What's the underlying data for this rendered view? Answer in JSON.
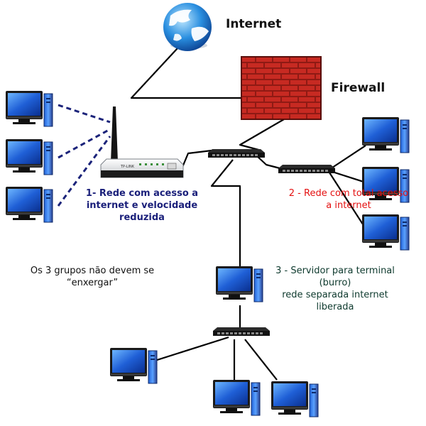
{
  "labels": {
    "internet": "Internet",
    "firewall": "Firewall",
    "network_1": [
      "1- Rede com acesso a",
      "internet e velocidade",
      "reduzida"
    ],
    "network_2": [
      "2 - Rede com total acesso",
      "a internet"
    ],
    "network_3": [
      "3 - Servidor para terminal",
      "(burro)",
      "rede separada internet",
      "liberada"
    ],
    "note": [
      "Os 3 grupos não devem se",
      "“enxergar”"
    ]
  },
  "router_brand": "TP-LINK",
  "icons": {
    "internet": "globe-icon",
    "firewall": "brick-wall-icon",
    "router": "wireless-router-icon",
    "switch": "network-switch-icon",
    "computer": "desktop-computer-icon"
  },
  "colors": {
    "network_1_text": "#1a1f7a",
    "network_2_text": "#e41010",
    "network_3_text": "#0e3a2e",
    "wireless_link": "#1b237a",
    "wired_link": "#000000",
    "firewall_brick": "#c72a22",
    "screen_blue": "#1f5fd6"
  }
}
